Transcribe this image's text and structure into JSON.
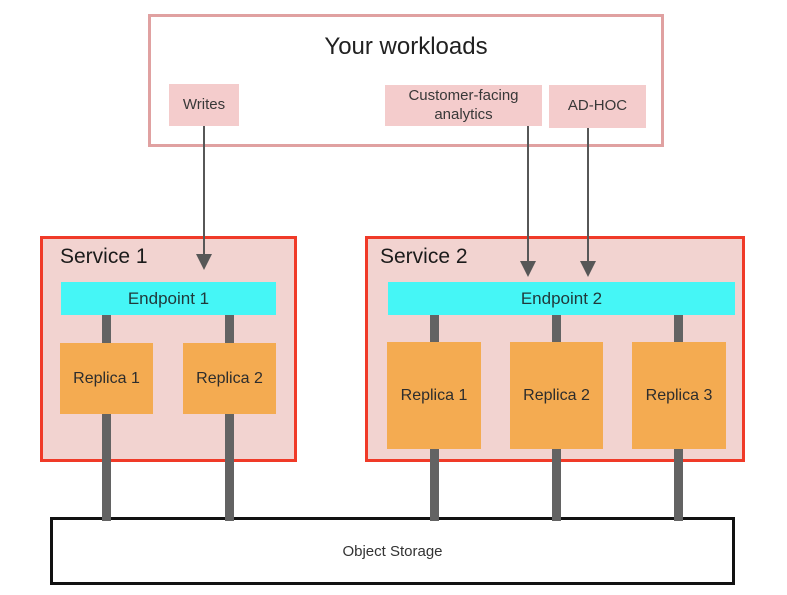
{
  "workloads": {
    "title": "Your workloads",
    "items": [
      {
        "label": "Writes"
      },
      {
        "label": "Customer-facing analytics"
      },
      {
        "label": "AD-HOC"
      }
    ]
  },
  "services": [
    {
      "label": "Service 1",
      "endpoint": "Endpoint 1",
      "replicas": [
        "Replica 1",
        "Replica 2"
      ]
    },
    {
      "label": "Service 2",
      "endpoint": "Endpoint 2",
      "replicas": [
        "Replica 1",
        "Replica 2",
        "Replica 3"
      ]
    }
  ],
  "storage": {
    "label": "Object Storage"
  },
  "colors": {
    "workload_box_border": "#e0a1a1",
    "workload_pill_fill": "#f4cccc",
    "service_border": "#f03a28",
    "service_fill": "#f2d3d0",
    "endpoint_fill": "#45f6f6",
    "replica_fill": "#f4ab51",
    "storage_border": "#111111",
    "connector_gray": "#636363",
    "arrow_gray": "#575757"
  }
}
